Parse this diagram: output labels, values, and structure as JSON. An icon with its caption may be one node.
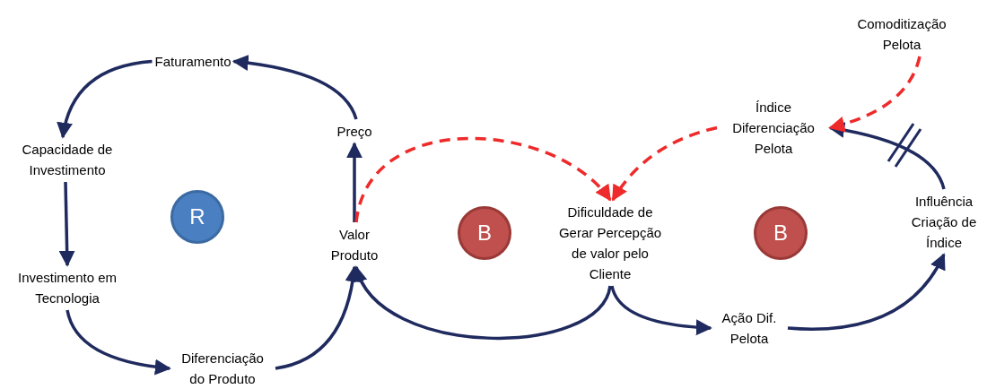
{
  "diagram": {
    "nodes": [
      {
        "text": [
          "Faturamento"
        ]
      },
      {
        "text": [
          "Capacidade  de Investimento"
        ]
      },
      {
        "text": [
          "Investimento em Tecnologia"
        ]
      },
      {
        "text": [
          "Diferenciação do Produto"
        ]
      },
      {
        "text": [
          "Preço"
        ]
      },
      {
        "text": [
          "Valor Produto"
        ]
      },
      {
        "text": [
          "Dificuldade de Gerar Percepção de valor pelo Cliente"
        ]
      },
      {
        "text": [
          "Ação Dif. Pelota"
        ]
      },
      {
        "text": [
          "Índice Diferenciação Pelota"
        ]
      },
      {
        "text": [
          "Influência Criação de Índice"
        ]
      },
      {
        "text": [
          "Comoditização Pelota"
        ]
      },
      {
        "text": [
          "R"
        ]
      },
      {
        "text": [
          "B"
        ]
      },
      {
        "text": [
          "B"
        ]
      }
    ],
    "edges": [
      {
        "from": 0,
        "to": 1,
        "arrow": "to"
      },
      {
        "from": 1,
        "to": 2,
        "arrow": "to"
      },
      {
        "from": 2,
        "to": 3,
        "arrow": "to"
      },
      {
        "from": 3,
        "to": 5,
        "arrow": "to"
      },
      {
        "from": 5,
        "to": 4,
        "arrow": "to"
      },
      {
        "from": 4,
        "to": 0,
        "arrow": "to"
      },
      {
        "from": 5,
        "to": 6,
        "arrow": "to",
        "style": "dashed",
        "color": "#ee2a2a"
      },
      {
        "from": 6,
        "to": 5,
        "arrow": "to"
      },
      {
        "from": 6,
        "to": 7,
        "arrow": "to"
      },
      {
        "from": 7,
        "to": 9,
        "arrow": "to"
      },
      {
        "from": 9,
        "to": 8,
        "arrow": "to"
      },
      {
        "from": 8,
        "to": 6,
        "arrow": "to",
        "style": "dashed",
        "color": "#ee2a2a"
      },
      {
        "from": 10,
        "to": 8,
        "arrow": "to",
        "style": "dashed",
        "color": "#ee2a2a"
      }
    ]
  }
}
